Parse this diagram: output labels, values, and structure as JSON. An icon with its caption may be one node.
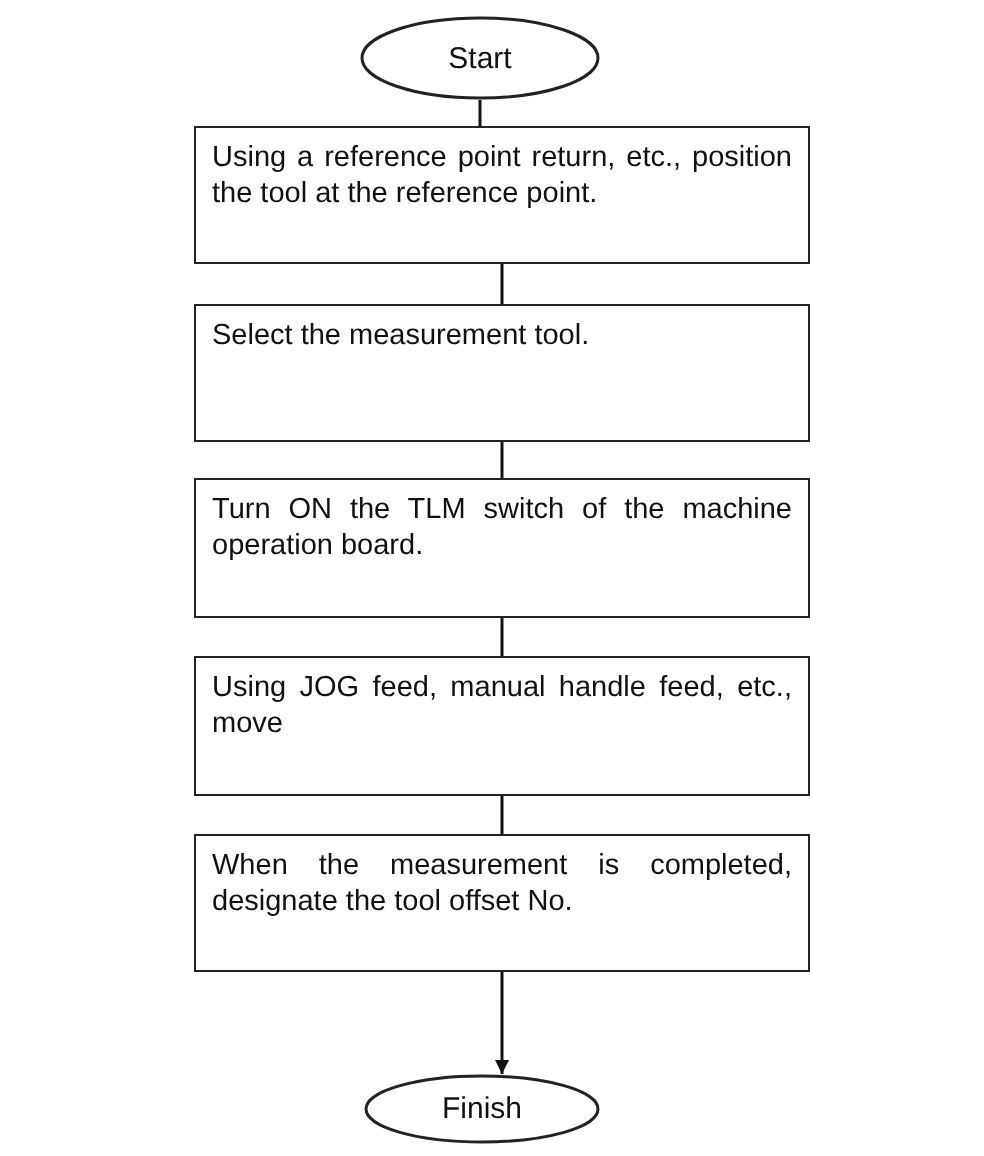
{
  "diagram": {
    "nodes": [
      {
        "text": [
          "Start"
        ]
      },
      {
        "text": [
          "Using a reference point return, etc., position the tool at the reference point."
        ]
      },
      {
        "text": [
          "Select the measurement tool."
        ]
      },
      {
        "text": [
          "Turn ON the TLM switch of the machine operation board."
        ]
      },
      {
        "text": [
          "Using JOG feed, manual handle feed, etc., move"
        ]
      },
      {
        "text": [
          "When the measurement is completed, designate the tool offset No."
        ]
      },
      {
        "text": [
          "Finish"
        ]
      }
    ],
    "edges": [
      {
        "from": 0,
        "to": 1,
        "arrow": "none"
      },
      {
        "from": 1,
        "to": 2,
        "arrow": "none"
      },
      {
        "from": 2,
        "to": 3,
        "arrow": "none"
      },
      {
        "from": 3,
        "to": 4,
        "arrow": "none"
      },
      {
        "from": 4,
        "to": 5,
        "arrow": "none"
      },
      {
        "from": 5,
        "to": 6,
        "arrow": "to"
      }
    ]
  }
}
